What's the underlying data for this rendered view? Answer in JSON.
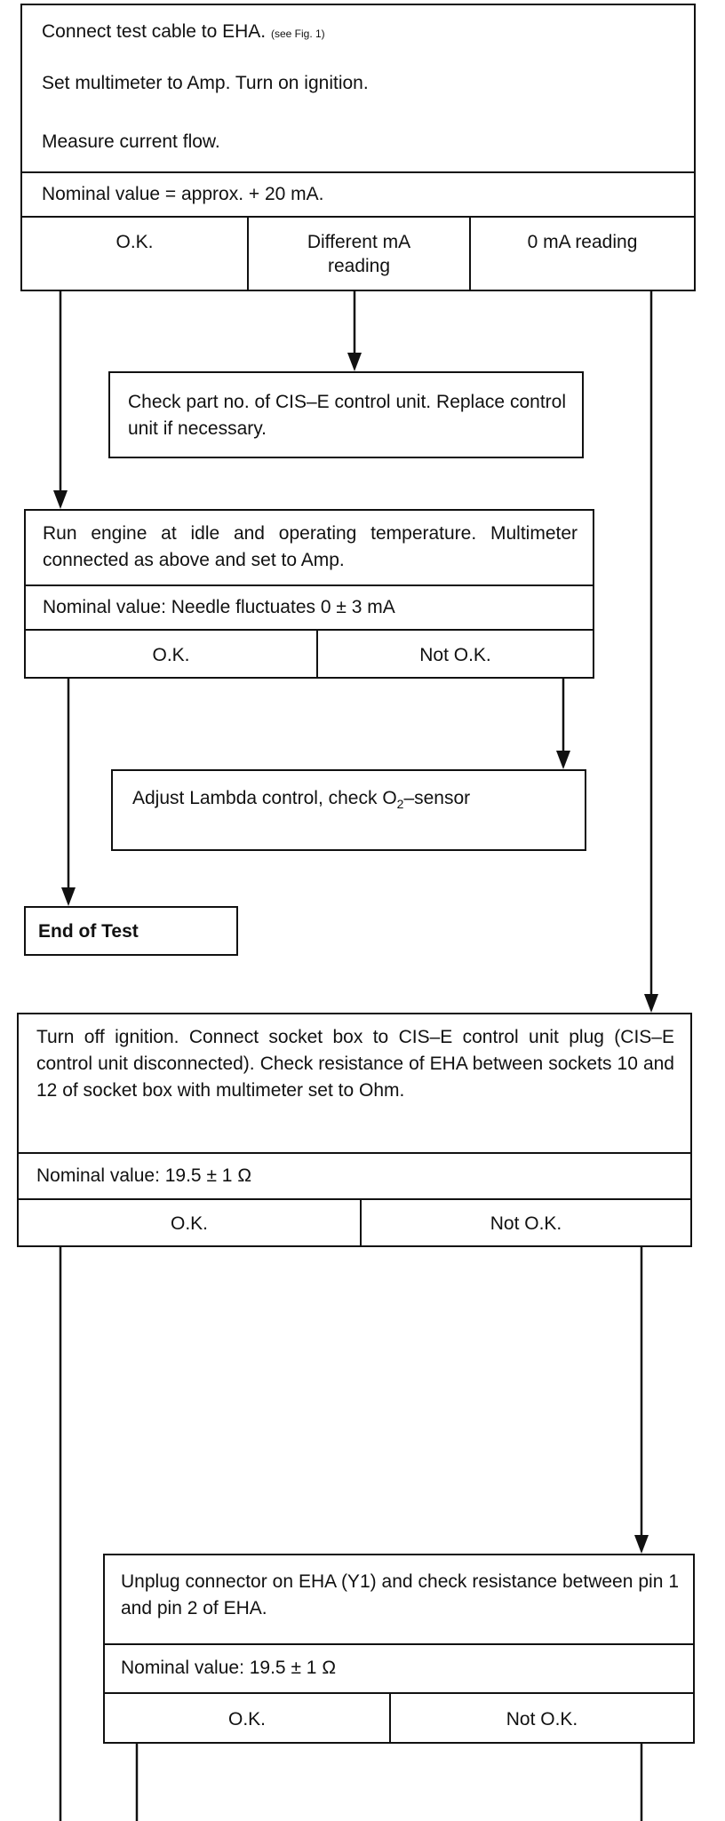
{
  "step1": {
    "line1": "Connect test cable to EHA.",
    "line1_note": "(see Fig. 1)",
    "line2": "Set multimeter to Amp.  Turn on ignition.",
    "line3": "Measure current flow.",
    "nominal": "Nominal value  =  approx.  + 20 mA.",
    "outcome_ok": "O.K.",
    "outcome_diff": "Different mA reading",
    "outcome_zero": "0 mA reading"
  },
  "step_part": {
    "text": "Check part no. of CIS–E control unit. Replace control unit if necessary."
  },
  "step2": {
    "text": "Run engine at idle and operating temperature. Multimeter connected as above and set to Amp.",
    "nominal": "Nominal value:  Needle fluctuates 0 ± 3 mA",
    "outcome_ok": "O.K.",
    "outcome_notok": "Not O.K."
  },
  "step_lambda": {
    "text_main": "Adjust Lambda control, check O",
    "text_sub": "2",
    "text_tail": "–sensor"
  },
  "end": {
    "label": "End of Test"
  },
  "step3": {
    "text": "Turn off ignition. Connect socket box to CIS–E control unit plug (CIS–E control unit disconnected). Check resistance of EHA between sockets 10 and 12 of socket box with multimeter set to Ohm.",
    "nominal": "Nominal value:  19.5 ± 1  Ω",
    "outcome_ok": "O.K.",
    "outcome_notok": "Not O.K."
  },
  "step4": {
    "text": "Unplug connector on EHA (Y1) and check resistance between pin 1 and pin 2 of EHA.",
    "nominal": "Nominal value:  19.5  ± 1  Ω",
    "outcome_ok": "O.K.",
    "outcome_notok": "Not O.K."
  }
}
